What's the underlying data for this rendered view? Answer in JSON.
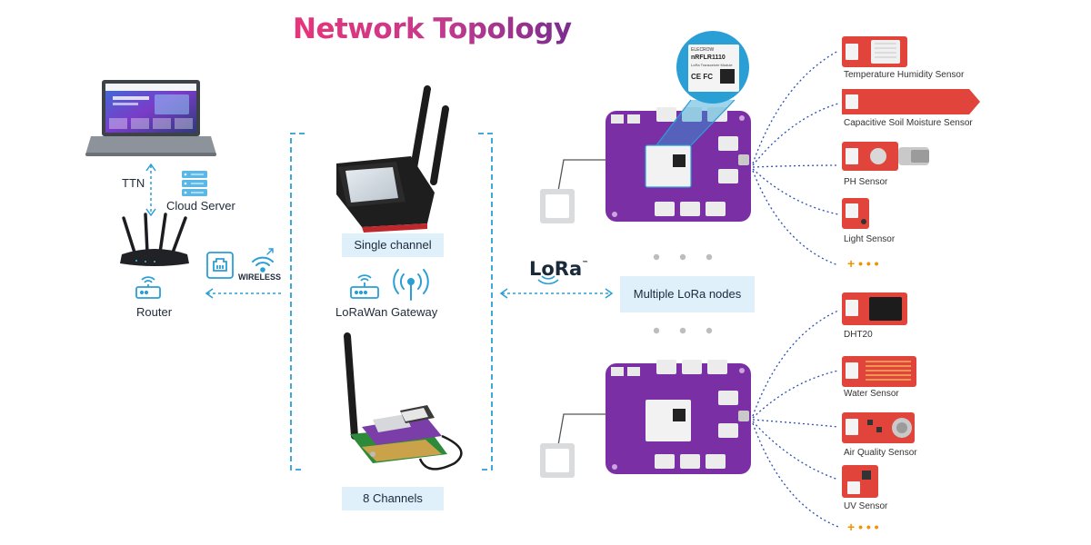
{
  "title": "Network Topology",
  "left": {
    "ttn_label": "TTN",
    "cloud_label": "Cloud Server",
    "router_label": "Router",
    "wireless_label": "WIRELESS"
  },
  "gateway": {
    "single_channel_label": "Single channel",
    "gateway_label": "LoRaWan Gateway",
    "eight_channels_label": "8 Channels"
  },
  "lora": {
    "logo_text": "LoRa",
    "logo_mark": "™",
    "nodes_label": "Multiple LoRa nodes"
  },
  "module": {
    "brand": "ELECROW",
    "model": "nRFLR1110",
    "subtitle": "LoRa Transceiver Module",
    "marks": "CE FC"
  },
  "sensors_top": [
    {
      "label": "Temperature Humidity Sensor"
    },
    {
      "label": "Capacitive Soil Moisture Sensor"
    },
    {
      "label": "PH Sensor"
    },
    {
      "label": "Light Sensor"
    }
  ],
  "sensors_bottom": [
    {
      "label": "DHT20"
    },
    {
      "label": "Water Sensor"
    },
    {
      "label": "Air Quality Sensor"
    },
    {
      "label": "UV Sensor"
    }
  ],
  "more_symbol": "+ • • •",
  "colors": {
    "accent_blue": "#2a9fd6",
    "board_purple": "#7b2fa4",
    "sensor_red": "#e0443a",
    "more_orange": "#f39200",
    "label_bg": "#dff0fb"
  }
}
